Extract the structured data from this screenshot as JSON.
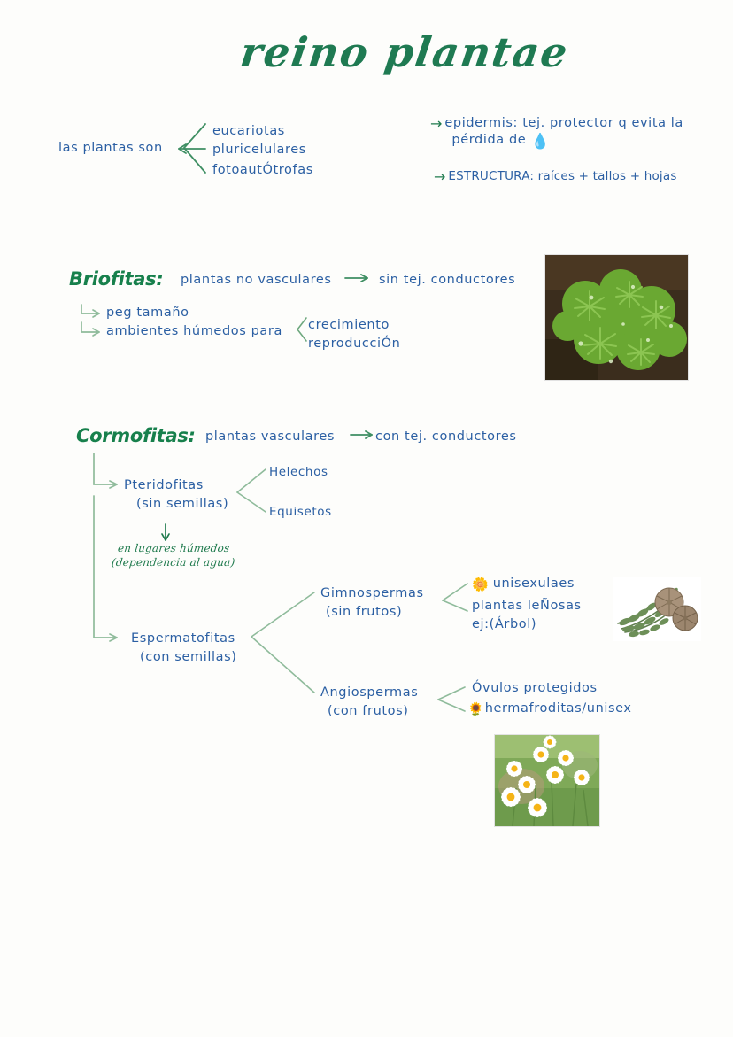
{
  "page": {
    "title": "reino plantae",
    "colors": {
      "title_green": "#1f7a52",
      "heading_green": "#17804c",
      "body_blue": "#2b5fa3",
      "line_green": "#7aab86",
      "arrow_green": "#3f8f63",
      "background": "#fdfdfb"
    }
  },
  "intro": {
    "label": "las plantas son",
    "items": [
      "eucariotas",
      "pluricelulares",
      "fotoautÓtrofas"
    ]
  },
  "notes": {
    "epidermis_line1": "epidermis: tej. protector q evita la",
    "epidermis_line2": "pérdida de",
    "water_drop_icon": "water-drop-emoji",
    "estructura": "ESTRUCTURA: raíces + tallos + hojas",
    "arrow": "→"
  },
  "briofitas": {
    "heading": "Briofitas:",
    "definition": "plantas no vasculares",
    "arrow": "→",
    "definition_result": "sin tej. conductores",
    "bullets": [
      "peg tamaño",
      "ambientes húmedos para"
    ],
    "para_items": [
      "crecimiento",
      "reproducciÓn"
    ],
    "photo_caption": "moss-photo"
  },
  "cormofitas": {
    "heading": "Cormofitas:",
    "definition": "plantas vasculares",
    "arrow": "→",
    "definition_result": "con tej. conductores",
    "pteridofitas": {
      "name": "Pteridofitas",
      "sub": "(sin semillas)",
      "children": [
        "Helechos",
        "Equisetos"
      ],
      "note_line1": "en lugares húmedos",
      "note_line2": "(dependencia al agua)",
      "down_arrow": "↓"
    },
    "espermatofitas": {
      "name": "Espermatofitas",
      "sub": "(con semillas)",
      "gimnospermas": {
        "name": "Gimnospermas",
        "sub": "(sin frutos)",
        "traits": [
          {
            "icon": "flower-emoji",
            "text": "unisexulaes"
          },
          {
            "icon": "",
            "text": "plantas leÑosas"
          },
          {
            "icon": "",
            "text": "ej:(Árbol)"
          }
        ],
        "photo_caption": "conifer-cones-photo"
      },
      "angiospermas": {
        "name": "Angiospermas",
        "sub": "(con frutos)",
        "traits": [
          {
            "icon": "",
            "text": "Óvulos protegidos"
          },
          {
            "icon": "flower-emoji",
            "text": "hermafroditas/unisex"
          }
        ],
        "photo_caption": "daisies-photo"
      }
    }
  }
}
